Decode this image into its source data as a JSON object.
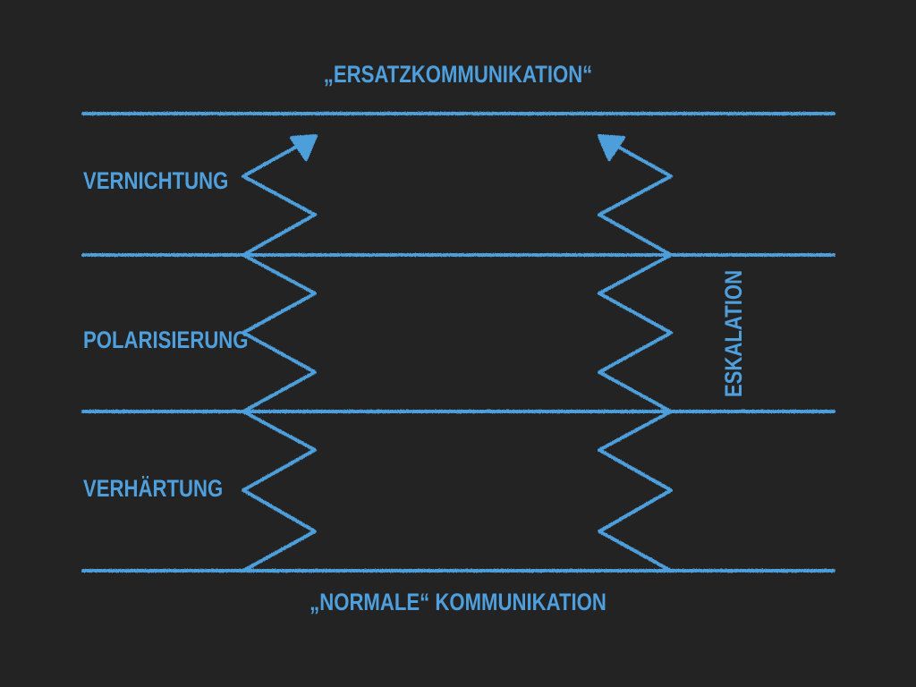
{
  "colors": {
    "background": "#232323",
    "accent": "#4e9fdc"
  },
  "labels": {
    "top": "„ERSATZKOMMUNIKATION“",
    "bottom": "„NORMALE“ KOMMUNIKATION",
    "level_3": "VERNICHTUNG",
    "level_2": "POLARISIERUNG",
    "level_1": "VERHÄRTUNG",
    "axis": "ESKALATION"
  }
}
